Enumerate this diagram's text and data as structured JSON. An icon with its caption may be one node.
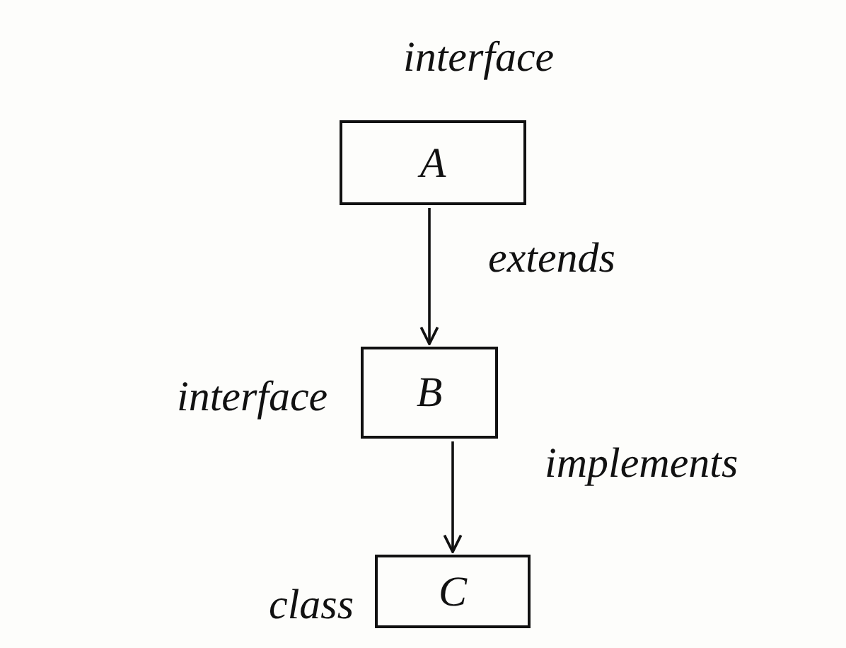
{
  "diagram": {
    "nodes": [
      {
        "text": [
          "A"
        ],
        "beside": [
          "interface"
        ]
      },
      {
        "text": [
          "B"
        ],
        "beside": [
          "interface"
        ]
      },
      {
        "text": [
          "C"
        ],
        "beside": [
          "class"
        ]
      }
    ],
    "edges": [
      {
        "from": 0,
        "to": 1,
        "arrow": "to",
        "label": "extends"
      },
      {
        "from": 1,
        "to": 2,
        "arrow": "to",
        "label": "implements"
      }
    ]
  }
}
